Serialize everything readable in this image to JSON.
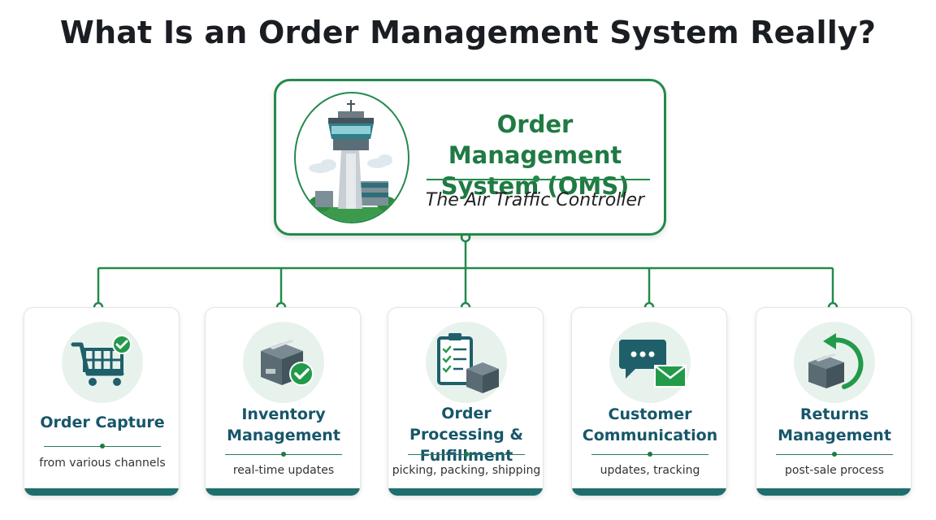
{
  "title": "What Is an Order Management System Really?",
  "hub": {
    "title_line1": "Order Management",
    "title_line2": "System (OMS)",
    "subtitle": "The Air Traffic Controller",
    "icon": "air-traffic-control-tower-icon"
  },
  "colors": {
    "accent_green": "#238a4a",
    "card_title_teal": "#17566a",
    "card_bar": "#1f6e6e",
    "icon_bg": "#e8f2ec"
  },
  "cards": [
    {
      "line1": "Order Capture",
      "line2": "",
      "subtitle": "from various channels",
      "icon": "shopping-cart-check-icon"
    },
    {
      "line1": "Inventory",
      "line2": "Management",
      "subtitle": "real-time updates",
      "icon": "box-check-icon"
    },
    {
      "line1": "Order Processing &",
      "line2": "Fulfillment",
      "subtitle": "picking, packing, shipping",
      "icon": "clipboard-box-icon"
    },
    {
      "line1": "Customer",
      "line2": "Communication",
      "subtitle": "updates, tracking",
      "icon": "chat-mail-icon"
    },
    {
      "line1": "Returns",
      "line2": "Management",
      "subtitle": "post-sale process",
      "icon": "box-return-icon"
    }
  ]
}
